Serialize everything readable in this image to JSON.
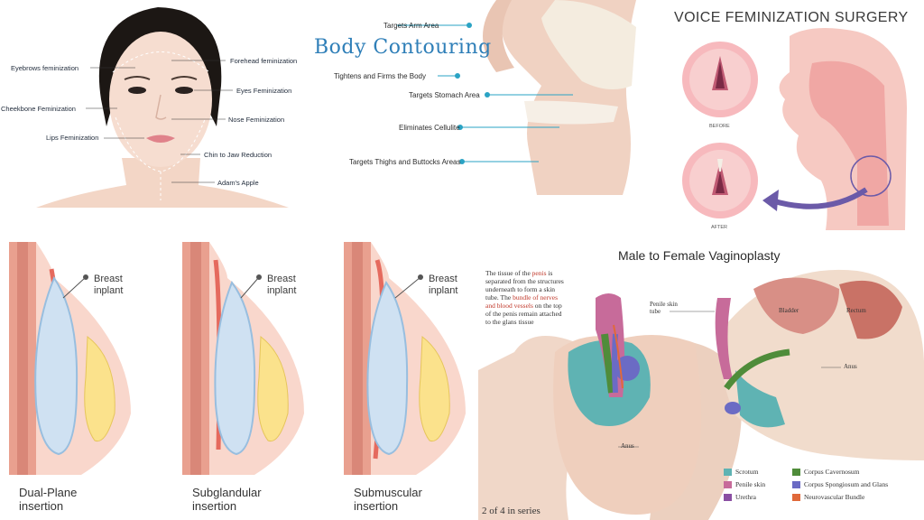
{
  "face": {
    "labels": {
      "forehead": "Forehead feminization",
      "eyebrows": "Eyebrows feminization",
      "eyes": "Eyes Feminization",
      "cheekbone": "Cheekbone Feminization",
      "nose": "Nose Feminization",
      "lips": "Lips Feminization",
      "chin": "Chin to Jaw Reduction",
      "adams": "Adam's Apple"
    }
  },
  "contour": {
    "title": "Body Contouring",
    "labels": {
      "arm": "Targets Arm Area",
      "tighten": "Tightens and Firms the Body",
      "stomach": "Targets Stomach Area",
      "cellulite": "Eliminates Cellulite",
      "thighs": "Targets Thighs and Buttocks Areas"
    }
  },
  "voice": {
    "title": "VOICE FEMINIZATION SURGERY",
    "before": "BEFORE",
    "after": "AFTER"
  },
  "breast": {
    "implant_label": "Breast\ninplant",
    "panels": [
      {
        "name": "Dual-Plane\ninsertion"
      },
      {
        "name": "Subglandular\ninsertion"
      },
      {
        "name": "Submuscular\ninsertion"
      }
    ]
  },
  "vagino": {
    "title": "Male to Female Vaginoplasty",
    "desc_1": "The tissue of the ",
    "desc_penis": "penis",
    "desc_2": " is separated from the structures underneath to form a skin tube. The ",
    "desc_bundle": "bundle of nerves and blood vessels",
    "desc_3": " on the top of the penis remain attached to the glans tissue",
    "penile_skin_tube": "Penile skin tube",
    "bladder": "Bladder",
    "rectum": "Rectum",
    "anus_left": "Anus",
    "anus_right": "Anus",
    "series": "2 of 4 in series",
    "legend": [
      {
        "label": "Scrotum",
        "color": "#5fb3b3"
      },
      {
        "label": "Corpus Cavernosum",
        "color": "#4f8c3a"
      },
      {
        "label": "Penile skin",
        "color": "#c76b9a"
      },
      {
        "label": "Corpus Spongiosum and Glans",
        "color": "#6b6bc4"
      },
      {
        "label": "Urethra",
        "color": "#8a4fa3"
      },
      {
        "label": "Neurovascular Bundle",
        "color": "#e0693a"
      }
    ]
  }
}
